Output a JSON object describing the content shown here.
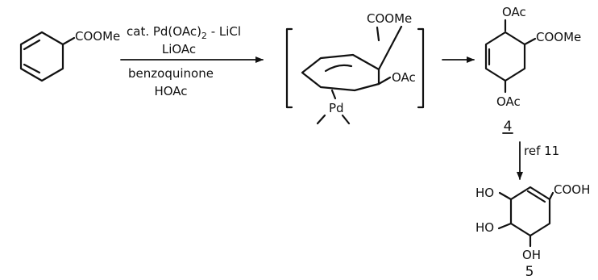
{
  "scheme": {
    "start_substituent": "COOMe",
    "conditions": {
      "line1": "cat. Pd(OAc)",
      "line1_sub": "2",
      "line1_tail": " - LiCl",
      "line2": "LiOAc",
      "line3": "benzoquinone",
      "line4": "HOAc"
    },
    "intermediate": {
      "coome": "COOMe",
      "oac": "OAc",
      "pd": "Pd"
    },
    "product4": {
      "oac_top": "OAc",
      "coome": "COOMe",
      "oac_bottom": "OAc",
      "label": "4"
    },
    "step2_label": "ref 11",
    "product5": {
      "ho_top": "HO",
      "cooh": "COOH",
      "ho_bottom": "HO",
      "oh": "OH",
      "label": "5"
    }
  }
}
